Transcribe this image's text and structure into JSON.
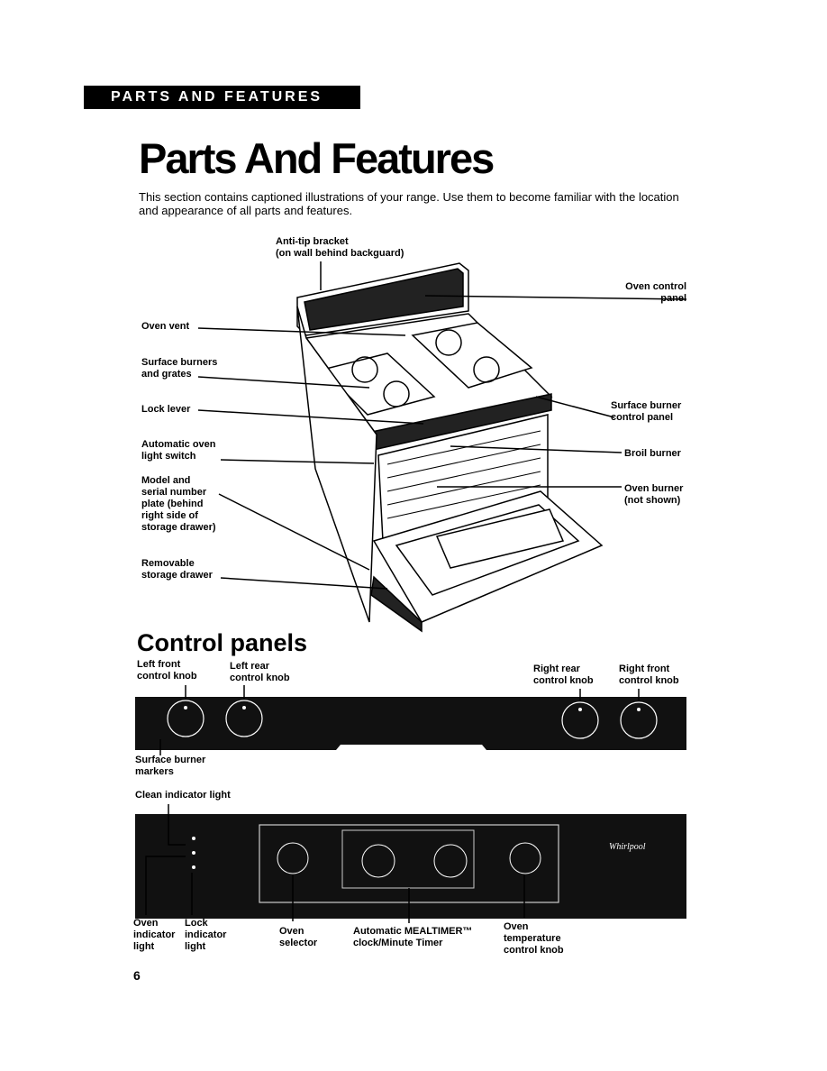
{
  "header": {
    "section_label": "PARTS AND FEATURES"
  },
  "page": {
    "title": "Parts And Features",
    "intro": "This section contains captioned illustrations of your range. Use them to become familiar with the location and appearance of all parts and features.",
    "page_number": "6"
  },
  "range_labels": {
    "anti_tip_1": "Anti-tip bracket",
    "anti_tip_2": "(on wall behind backguard)",
    "oven_control_1": "Oven control",
    "oven_control_2": "panel",
    "oven_vent": "Oven vent",
    "surface_burners_1": "Surface burners",
    "surface_burners_2": "and grates",
    "lock_lever": "Lock lever",
    "surface_burner_panel_1": "Surface burner",
    "surface_burner_panel_2": "control panel",
    "auto_light_1": "Automatic oven",
    "auto_light_2": "light switch",
    "broil_burner": "Broil burner",
    "model_1": "Model and",
    "model_2": "serial number",
    "model_3": "plate (behind",
    "model_4": "right side of",
    "model_5": "storage drawer)",
    "oven_burner_1": "Oven burner",
    "oven_burner_2": "(not shown)",
    "drawer_1": "Removable",
    "drawer_2": "storage drawer"
  },
  "control_panels": {
    "heading": "Control panels",
    "left_front_1": "Left front",
    "left_front_2": "control knob",
    "left_rear_1": "Left rear",
    "left_rear_2": "control knob",
    "right_rear_1": "Right rear",
    "right_rear_2": "control knob",
    "right_front_1": "Right front",
    "right_front_2": "control knob",
    "markers_1": "Surface burner",
    "markers_2": "markers",
    "clean_light": "Clean indicator light",
    "oven_ind_1": "Oven",
    "oven_ind_2": "indicator",
    "oven_ind_3": "light",
    "lock_ind_1": "Lock",
    "lock_ind_2": "indicator",
    "lock_ind_3": "light",
    "oven_sel_1": "Oven",
    "oven_sel_2": "selector",
    "timer_1": "Automatic MEALTIMER™",
    "timer_2": "clock/Minute Timer",
    "temp_1": "Oven",
    "temp_2": "temperature",
    "temp_3": "control knob",
    "brand": "Whirlpool"
  }
}
